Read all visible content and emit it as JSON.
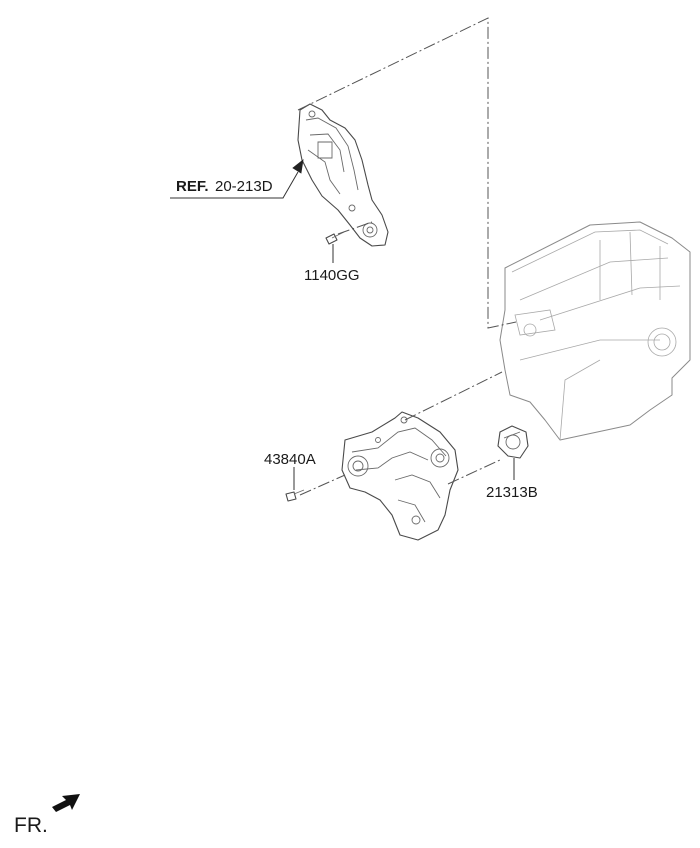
{
  "callouts": {
    "ref_prefix": "REF.",
    "ref_code": "20-213D",
    "bolt_upper": "1140GG",
    "bolt_lower": "43840A",
    "seal": "21313B"
  },
  "orientation": {
    "label": "FR.",
    "icon": "front-direction-arrow-icon"
  }
}
